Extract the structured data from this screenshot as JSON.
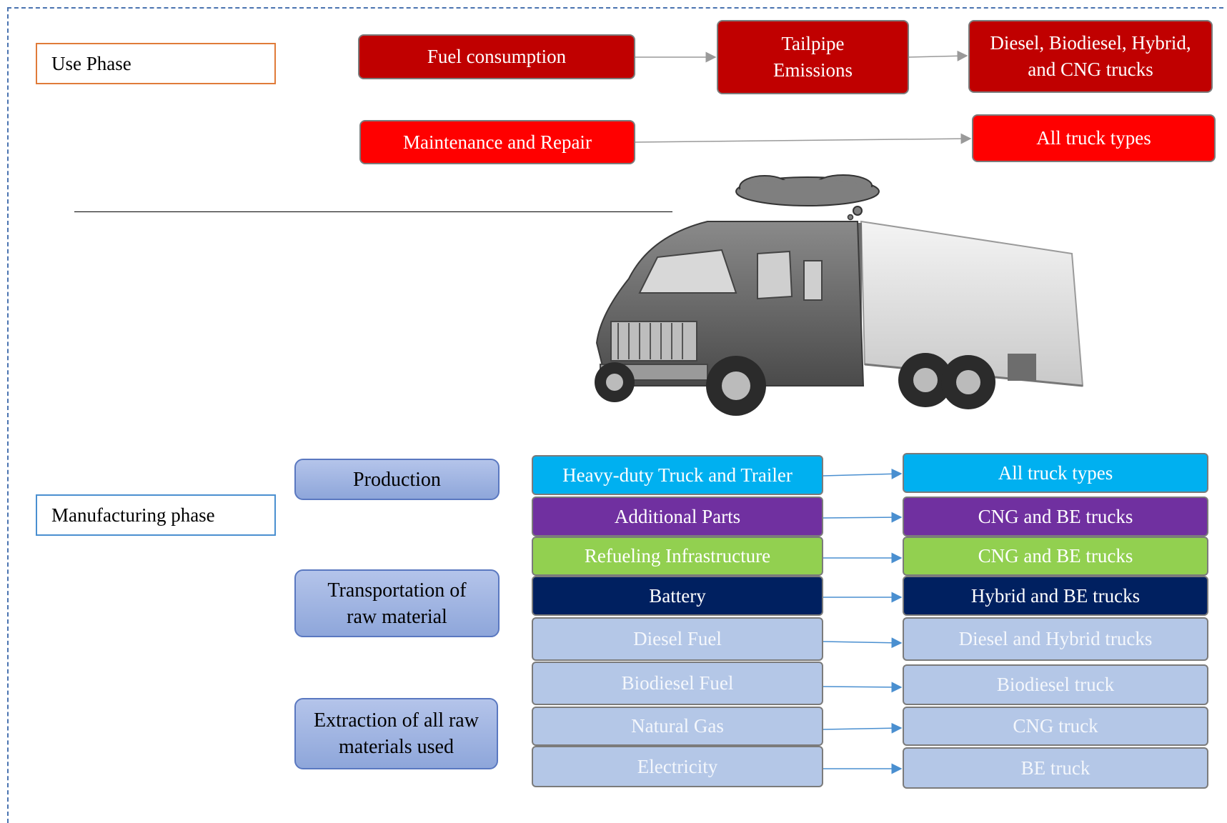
{
  "phases": {
    "use": "Use Phase",
    "manufacturing": "Manufacturing phase"
  },
  "use_phase": {
    "fuel_consumption": "Fuel consumption",
    "tailpipe_emissions": "Tailpipe Emissions",
    "diesel_trucks": "Diesel, Biodiesel, Hybrid, and CNG trucks",
    "maintenance": "Maintenance and Repair",
    "all_truck_types": "All truck types"
  },
  "stages": {
    "production": "Production",
    "transportation": "Transportation of raw material",
    "extraction": "Extraction of all raw materials used"
  },
  "components": [
    {
      "label": "Heavy-duty Truck and Trailer",
      "target": "All truck types",
      "color": "#00b0f0"
    },
    {
      "label": "Additional Parts",
      "target": "CNG and BE trucks",
      "color": "#7030a0"
    },
    {
      "label": "Refueling Infrastructure",
      "target": "CNG and BE trucks",
      "color": "#92d050"
    },
    {
      "label": "Battery",
      "target": "Hybrid and BE trucks",
      "color": "#002060"
    },
    {
      "label": "Diesel Fuel",
      "target": "Diesel and Hybrid trucks",
      "color": "#b4c7e7"
    },
    {
      "label": "Biodiesel Fuel",
      "target": "Biodiesel truck",
      "color": "#b4c7e7"
    },
    {
      "label": "Natural Gas",
      "target": "CNG truck",
      "color": "#b4c7e7"
    },
    {
      "label": "Electricity",
      "target": "BE truck",
      "color": "#b4c7e7"
    }
  ],
  "colors": {
    "dark_red": "#c00000",
    "bright_red": "#ff0000",
    "stage_blue": "#8ea6da"
  },
  "illustration": "semi-truck-with-exhaust-cloud"
}
